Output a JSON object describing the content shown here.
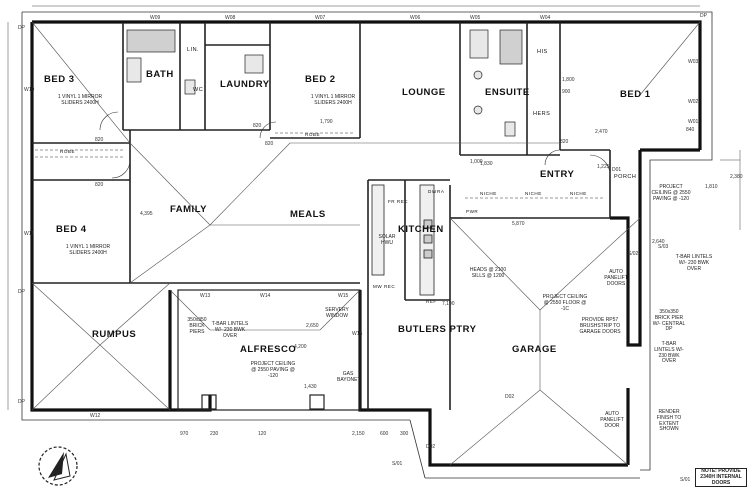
{
  "rooms": {
    "bed1": "BED 1",
    "bed2": "BED 2",
    "bed3": "BED 3",
    "bed4": "BED 4",
    "bath": "BATH",
    "wc": "WC",
    "lin": "LIN.",
    "laundry": "LAUNDRY",
    "lounge": "LOUNGE",
    "ensuite": "ENSUITE",
    "his": "HIS",
    "hers": "HERS",
    "entry": "ENTRY",
    "porch": "PORCH",
    "family": "FAMILY",
    "meals": "MEALS",
    "kitchen": "KITCHEN",
    "butlers": "BUTLERS PTRY",
    "rumpus": "RUMPUS",
    "alfresco": "ALFRESCO",
    "garage": "GARAGE"
  },
  "notes": {
    "mirror_bed3": "1 VINYL 1 MIRROR SLIDERS 2400H",
    "mirror_bed2": "1 VINYL 1 MIRROR SLIDERS 2400H",
    "mirror_bed4": "1 VINYL 1 MIRROR SLIDERS 2400H",
    "alfresco_piers": "350x350 BRICK PIERS",
    "alfresco_lintels": "T-BAR LINTELS W/- 230 BWK OVER",
    "alfresco_ceiling": "PROJECT CEILING @ 2550 PAVING @ -120",
    "servery": "SERVERY WINDOW",
    "gas": "GAS BAYONET",
    "solar": "SOLAR HWU",
    "garage_ceiling": "PROJECT CEILING @ 2550 FLOOR @ -1C",
    "garage_strip": "PROVIDE RP57 BRUSHSTRIP TO GARAGE DOORS",
    "panelift1": "AUTO PANELIFT DOORS",
    "panelift2": "AUTO PANELIFT DOOR",
    "garage_pier": "350x350 BRICK PIER W/- CENTRAL DP",
    "garage_lintels": "T-BAR LINTELS W/- 230 BWK OVER",
    "render": "RENDER FINISH TO EXTENT SHOWN",
    "heads": "HEADS @ 2100 SILLS @ 1200",
    "porch_ceiling": "PROJECT CEILING @ 2550 PAVING @ -120",
    "porch_lintels": "T-BAR LINTELS W/- 230 BWK OVER",
    "footer": "NOTE: PROVIDE 2340H INTERNAL DOORS",
    "niche1": "NICHE",
    "niche2": "NICHE",
    "niche3": "NICHE",
    "robe1": "ROBE",
    "robe2": "ROBE",
    "dw": "DW",
    "ref": "REF",
    "mw": "MW REC",
    "fr": "FR REC",
    "ra": "RA",
    "pwr": "PWR"
  },
  "windows": {
    "w09": "W09",
    "w08": "W08",
    "w07": "W07",
    "w06": "W06",
    "w05": "W05",
    "w04": "W04",
    "w03": "W03",
    "w02": "W02",
    "w01": "W01",
    "w10": "W10",
    "w11": "W11",
    "w12": "W12",
    "w13": "W13",
    "w14": "W14",
    "w15": "W15",
    "w16": "W16"
  },
  "dims": {
    "d1": "820",
    "d2": "820",
    "d3": "820",
    "d4": "820",
    "d5": "820",
    "d6": "1,790",
    "d7": "1,830",
    "d8": "2,470",
    "d9": "4,395",
    "d10": "5,870",
    "d11": "7,190",
    "d12": "2,650",
    "d13": "4,200",
    "d14": "1,430",
    "d15": "2,380",
    "d16": "1,810",
    "d17": "2,640",
    "d18": "1,800",
    "d19": "900",
    "d20": "1,000",
    "d21": "970",
    "d22": "230",
    "d23": "840",
    "d24": "1,225",
    "d25": "2,150",
    "d26": "120",
    "d27": "600",
    "d28": "300",
    "d29": "DP",
    "d30": "DP",
    "d31": "DP",
    "d32": "DP",
    "d33": "S/01",
    "d34": "S/02",
    "d35": "S/01",
    "d36": "S/03",
    "d37": "D02",
    "d38": "D02",
    "d39": "D01"
  }
}
